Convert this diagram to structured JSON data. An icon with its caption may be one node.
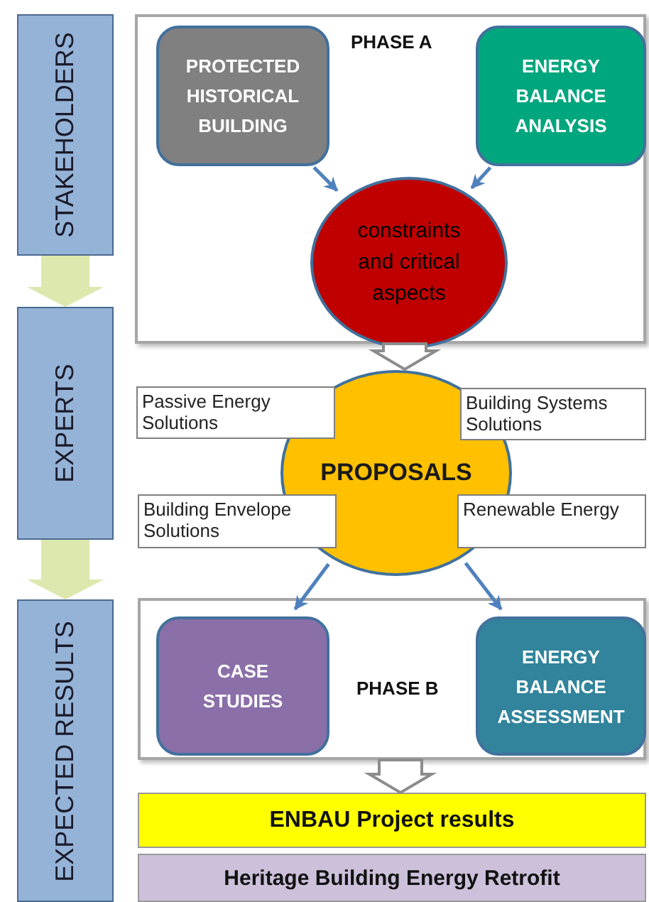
{
  "diagram": {
    "nodes": [
      {
        "text": [
          "STAKEHOLDERS"
        ]
      },
      {
        "text": [
          "EXPERTS"
        ]
      },
      {
        "text": [
          "EXPECTED RESULTS"
        ]
      },
      {
        "text": [
          "PHASE A"
        ]
      },
      {
        "text": [
          "PROTECTED HISTORICAL BUILDING"
        ],
        "in": 3
      },
      {
        "text": [
          "ENERGY BALANCE ANALYSIS"
        ],
        "in": 3
      },
      {
        "text": [
          "constraints and critical aspects"
        ],
        "in": 3
      },
      {
        "text": [
          "PROPOSALS"
        ]
      },
      {
        "text": [
          "Passive Energy Solutions"
        ]
      },
      {
        "text": [
          "Building Systems Solutions"
        ]
      },
      {
        "text": [
          "Building Envelope Solutions"
        ]
      },
      {
        "text": [
          "Renewable Energy"
        ]
      },
      {
        "text": [
          "PHASE B"
        ]
      },
      {
        "text": [
          "CASE STUDIES"
        ],
        "in": 12
      },
      {
        "text": [
          "ENERGY BALANCE ASSESSMENT"
        ],
        "in": 12
      },
      {
        "text": [
          "ENBAU Project results"
        ]
      },
      {
        "text": [
          "Heritage Building Energy Retrofit"
        ]
      }
    ],
    "edges": [
      {
        "from": 0,
        "to": 1,
        "arrow": "to",
        "style": "thick",
        "color": "#d7e4a0"
      },
      {
        "from": 1,
        "to": 2,
        "arrow": "to",
        "style": "thick",
        "color": "#d7e4a0"
      },
      {
        "from": 4,
        "to": 6,
        "arrow": "to"
      },
      {
        "from": 5,
        "to": 6,
        "arrow": "to"
      },
      {
        "from": 3,
        "to": 7,
        "arrow": "to",
        "style": "thick",
        "color": "#ffffff"
      },
      {
        "from": 7,
        "to": 13,
        "arrow": "to"
      },
      {
        "from": 7,
        "to": 14,
        "arrow": "to"
      },
      {
        "from": 12,
        "to": 15,
        "arrow": "to",
        "style": "thick",
        "color": "#ffffff"
      }
    ]
  }
}
